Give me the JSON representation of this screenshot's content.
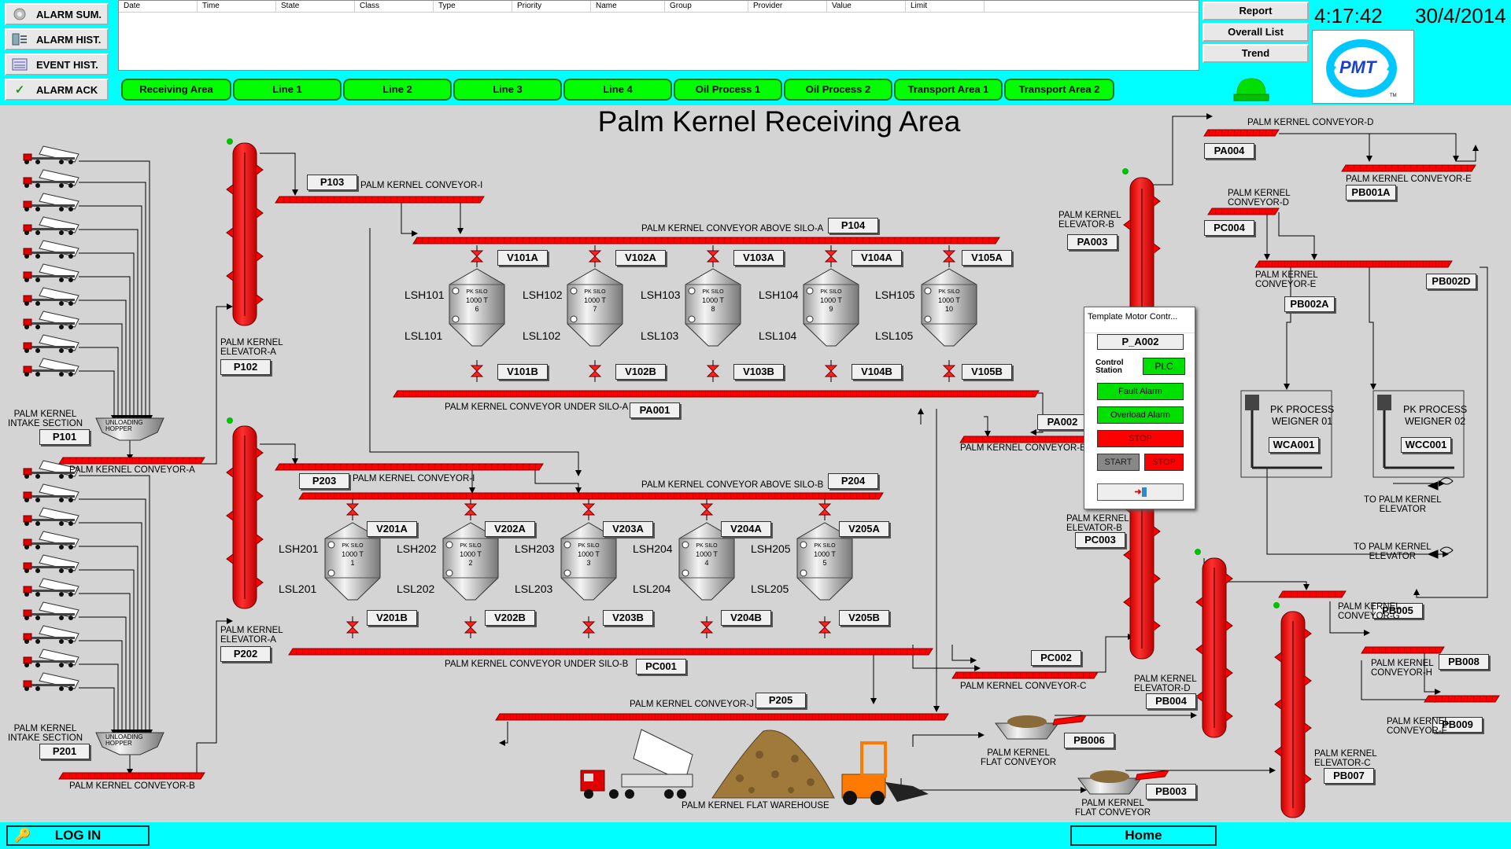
{
  "alarm_buttons": [
    {
      "label": "ALARM SUM.",
      "icon": "alarm-summary-icon"
    },
    {
      "label": "ALARM HIST.",
      "icon": "alarm-history-icon"
    },
    {
      "label": "EVENT HIST.",
      "icon": "event-history-icon"
    },
    {
      "label": "ALARM ACK",
      "icon": "checkmark-icon"
    }
  ],
  "alarm_table": {
    "columns": [
      "Date",
      "Time",
      "State",
      "Class",
      "Type",
      "Priority",
      "Name",
      "Group",
      "Provider",
      "Value",
      "Limit"
    ]
  },
  "nav_tabs": [
    "Receiving Area",
    "Line 1",
    "Line 2",
    "Line 3",
    "Line 4",
    "Oil Process 1",
    "Oil Process 2",
    "Transport Area 1",
    "Transport Area 2"
  ],
  "right_buttons": {
    "report": "Report",
    "overall": "Overall List",
    "trend": "Trend"
  },
  "clock": {
    "time": "4:17:42 PM",
    "date": "30/4/2014"
  },
  "logo": {
    "text": "PMT",
    "tm": "TM"
  },
  "title": "Palm Kernel Receiving Area",
  "colors": {
    "conveyor": "#ff0000",
    "status_green": "#00ff00",
    "header_cyan": "#00ffff"
  },
  "tags": {
    "P101": "P101",
    "P102": "P102",
    "P103": "P103",
    "P104": "P104",
    "P201": "P201",
    "P202": "P202",
    "P203": "P203",
    "P204": "P204",
    "P205": "P205",
    "PA001": "PA001",
    "PA002": "PA002",
    "PA003": "PA003",
    "PA004": "PA004",
    "PB001A": "PB001A",
    "PB002A": "PB002A",
    "PB002D": "PB002D",
    "PC001": "PC001",
    "PC002": "PC002",
    "PC003": "PC003",
    "PC004": "PC004",
    "PB003": "PB003",
    "PB004": "PB004",
    "PB005": "PB005",
    "PB006": "PB006",
    "PB007": "PB007",
    "PB008": "PB008",
    "PB009": "PB009",
    "WCA001": "WCA001",
    "WCC001": "WCC001",
    "V101A": "V101A",
    "V102A": "V102A",
    "V103A": "V103A",
    "V104A": "V104A",
    "V105A": "V105A",
    "V101B": "V101B",
    "V102B": "V102B",
    "V103B": "V103B",
    "V104B": "V104B",
    "V105B": "V105B",
    "V201A": "V201A",
    "V202A": "V202A",
    "V203A": "V203A",
    "V204A": "V204A",
    "V205A": "V205A",
    "V201B": "V201B",
    "V202B": "V202B",
    "V203B": "V203B",
    "V204B": "V204B",
    "V205B": "V205B"
  },
  "labels": {
    "conv_I_top": "PALM KERNEL CONVEYOR-I",
    "conv_above_a": "PALM KERNEL CONVEYOR ABOVE SILO-A",
    "conv_under_a": "PALM KERNEL CONVEYOR UNDER SILO-A",
    "conv_a": "PALM KERNEL CONVEYOR-A",
    "conv_I_bottom": "PALM KERNEL CONVEYOR-I",
    "conv_above_b": "PALM KERNEL CONVEYOR ABOVE SILO-B",
    "conv_under_b": "PALM KERNEL CONVEYOR UNDER SILO-B",
    "conv_j": "PALM KERNEL CONVEYOR-J",
    "conv_b": "PALM KERNEL CONVEYOR-B",
    "elev_a_top": "PALM KERNEL\nELEVATOR-A",
    "elev_a_bottom": "PALM KERNEL\nELEVATOR-A",
    "intake_top": "PALM KERNEL\nINTAKE SECTION",
    "intake_bottom": "PALM KERNEL\nINTAKE SECTION",
    "hopper": "UNLOADING\nHOPPER",
    "elev_b_top": "PALM KERNEL\nELEVATOR-B",
    "elev_b_bottom": "PALM KERNEL\nELEVATOR-B",
    "conv_d_top": "PALM KERNEL CONVEYOR-D",
    "conv_d_mid": "PALM KERNEL\nCONVEYOR-D",
    "conv_e_right": "PALM KERNEL CONVEYOR-E",
    "conv_e_mid": "PALM KERNEL\nCONVEYOR-E",
    "conv_b_right": "PALM KERNEL CONVEYOR-B",
    "conv_c": "PALM KERNEL CONVEYOR-C",
    "weigher1": "PK PROCESS\nWEIGNER 01",
    "weigher2": "PK PROCESS\nWEIGNER 02",
    "to_elev_1": "TO PALM KERNEL\nELEVATOR",
    "to_elev_2": "TO PALM KERNEL\nELEVATOR",
    "elev_d": "PALM KERNEL\nELEVATOR-D",
    "conv_g": "PALM KERNEL\nCONVEYOR-G",
    "conv_h": "PALM KERNEL\nCONVEYOR-H",
    "conv_f": "PALM KERNEL\nCONVEYOR-F",
    "elev_c": "PALM KERNEL\nELEVATOR-C",
    "flat_conv_1": "PALM KERNEL\nFLAT CONVEYOR",
    "flat_conv_2": "PALM KERNEL\nFLAT CONVEYOR",
    "warehouse": "PALM KERNEL FLAT WAREHOUSE"
  },
  "silo_text": {
    "line1": "PK SILO",
    "line2": "1000 T"
  },
  "silos_a": [
    {
      "num": "6",
      "lsh": "LSH101",
      "lsl": "LSL101"
    },
    {
      "num": "7",
      "lsh": "LSH102",
      "lsl": "LSL102"
    },
    {
      "num": "8",
      "lsh": "LSH103",
      "lsl": "LSL103"
    },
    {
      "num": "9",
      "lsh": "LSH104",
      "lsl": "LSL104"
    },
    {
      "num": "10",
      "lsh": "LSH105",
      "lsl": "LSL105"
    }
  ],
  "silos_b": [
    {
      "num": "1",
      "lsh": "LSH201",
      "lsl": "LSL201"
    },
    {
      "num": "2",
      "lsh": "LSH202",
      "lsl": "LSL202"
    },
    {
      "num": "3",
      "lsh": "LSH203",
      "lsl": "LSL203"
    },
    {
      "num": "4",
      "lsh": "LSH204",
      "lsl": "LSL204"
    },
    {
      "num": "5",
      "lsh": "LSH205",
      "lsl": "LSL205"
    }
  ],
  "popup": {
    "title": "Template Motor Contr...",
    "tag": "P_A002",
    "control_station_label": "Control\nStation",
    "plc": "PLC",
    "fault": "Fault Alarm",
    "overload": "Overload Alarm",
    "stop_status": "STOP",
    "start_btn": "START",
    "stop_btn": "STOP",
    "exit_icon": "exit-icon"
  },
  "bottom": {
    "login": "LOG IN",
    "home": "Home",
    "login_icon": "key-icon"
  }
}
